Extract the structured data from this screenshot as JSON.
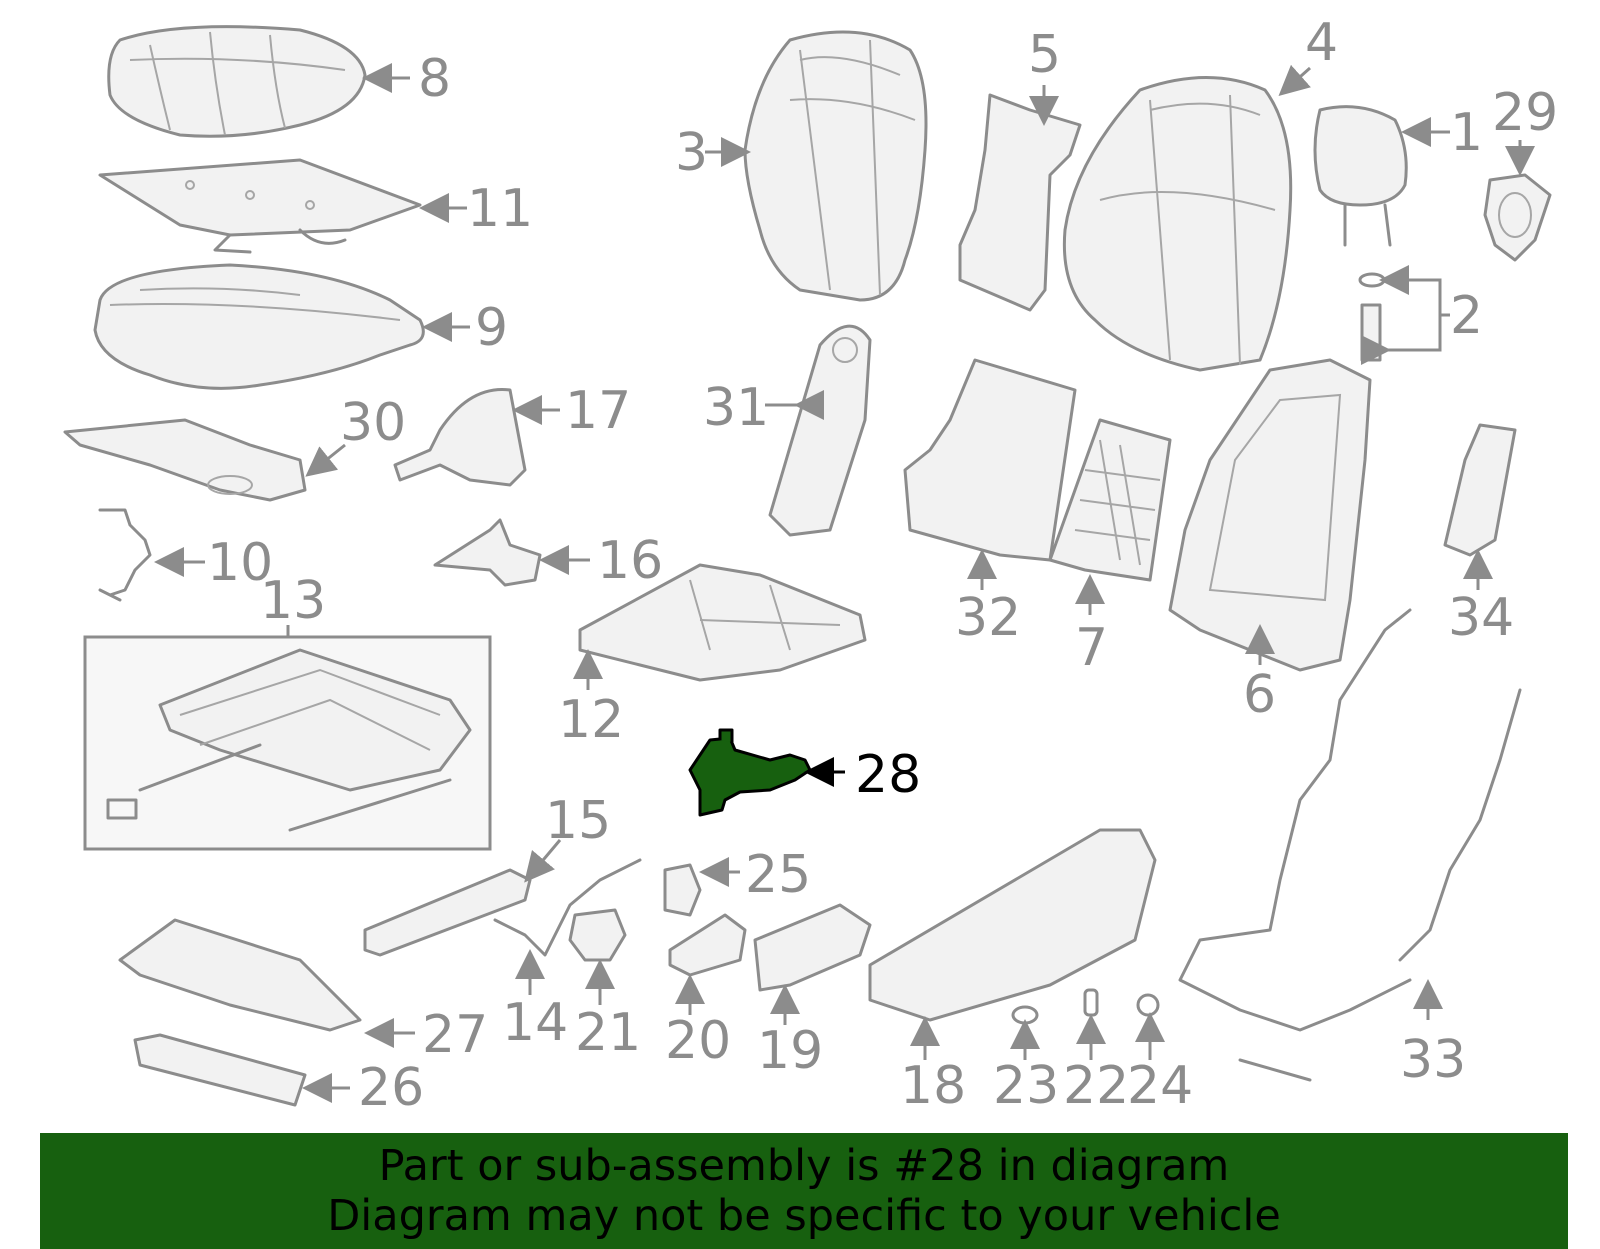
{
  "banner": {
    "line1": "Part or sub-assembly is #28 in diagram",
    "line2": "Diagram may not be specific to your vehicle",
    "background": "#17600f"
  },
  "highlight": {
    "part": "28",
    "color": "#17600f"
  },
  "callouts": {
    "c1": "1",
    "c2": "2",
    "c3": "3",
    "c4": "4",
    "c5": "5",
    "c6": "6",
    "c7": "7",
    "c8": "8",
    "c9": "9",
    "c10": "10",
    "c11": "11",
    "c12": "12",
    "c13": "13",
    "c14": "14",
    "c15": "15",
    "c16": "16",
    "c17": "17",
    "c18": "18",
    "c19": "19",
    "c20": "20",
    "c21": "21",
    "c22": "22",
    "c23": "23",
    "c24": "24",
    "c25": "25",
    "c26": "26",
    "c27": "27",
    "c28": "28",
    "c29": "29",
    "c30": "30",
    "c31": "31",
    "c32": "32",
    "c33": "33",
    "c34": "34"
  },
  "colors": {
    "line": "#8c8c8c",
    "highlight_text": "#000000",
    "background": "#ffffff"
  }
}
